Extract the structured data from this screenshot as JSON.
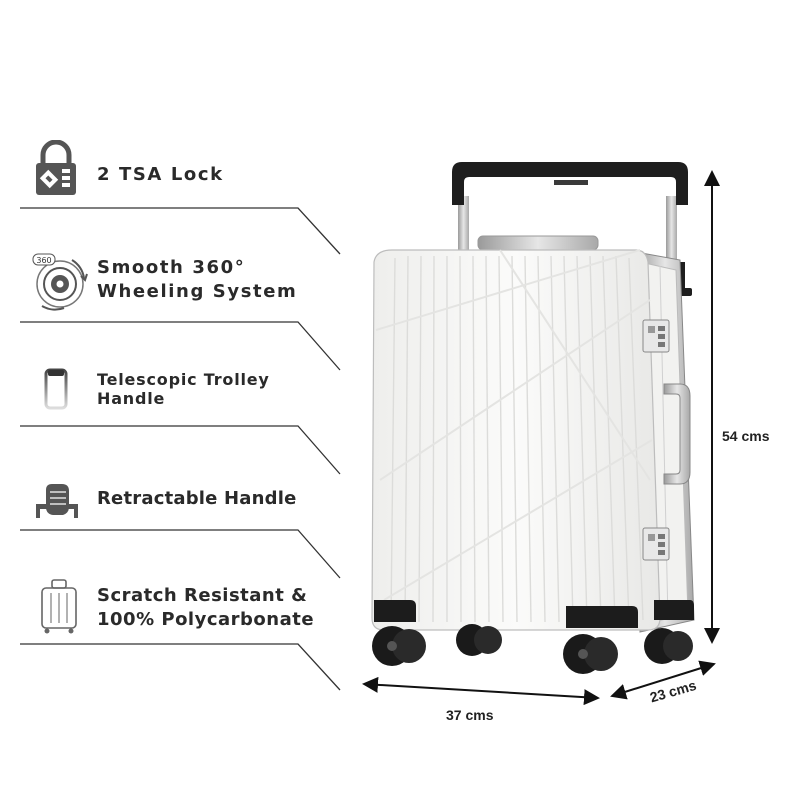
{
  "features": [
    {
      "icon": "padlock-icon",
      "lines": [
        "2 TSA Lock"
      ]
    },
    {
      "icon": "spinner-wheel-icon",
      "icon_text": "360",
      "lines": [
        "Smooth 360°",
        "Wheeling System"
      ]
    },
    {
      "icon": "trolley-handle-icon",
      "lines": [
        "Telescopic Trolley",
        "Handle"
      ]
    },
    {
      "icon": "hand-grip-icon",
      "lines": [
        "Retractable Handle"
      ]
    },
    {
      "icon": "suitcase-outline-icon",
      "lines": [
        "Scratch Resistant &",
        "100% Polycarbonate"
      ]
    }
  ],
  "dimensions": {
    "height": "54 cms",
    "width": "37 cms",
    "depth": "23 cms"
  },
  "colors": {
    "suitcase_shell": "#f7f7f5",
    "frame_metal": "#c9c9c9",
    "handle_black": "#1e1e1e",
    "icon_gray": "#555555",
    "divider": "#333333"
  }
}
